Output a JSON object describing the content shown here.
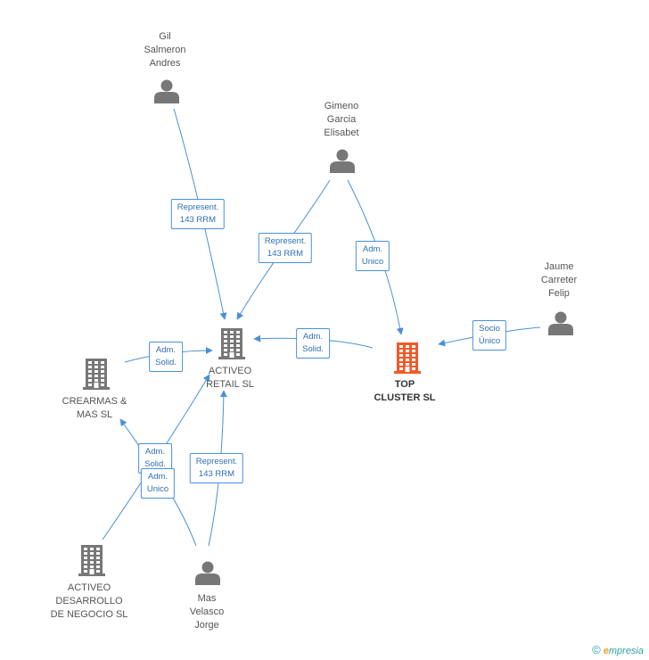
{
  "colors": {
    "edge": "#4a90d9",
    "node_gray": "#777777",
    "node_highlight": "#f05a28",
    "label_border": "#4a90d9",
    "label_text": "#2f6eb5"
  },
  "nodes": [
    {
      "id": "gil",
      "kind": "person",
      "icon": "person-icon",
      "lines": [
        "Gil",
        "Salmeron",
        "Andres"
      ]
    },
    {
      "id": "gimeno",
      "kind": "person",
      "icon": "person-icon",
      "lines": [
        "Gimeno",
        "Garcia",
        "Elisabet"
      ]
    },
    {
      "id": "jaume",
      "kind": "person",
      "icon": "person-icon",
      "lines": [
        "Jaume",
        "Carreter",
        "Felip"
      ]
    },
    {
      "id": "activeo_retail",
      "kind": "company",
      "icon": "building-icon",
      "lines": [
        "ACTIVEO",
        "RETAIL  SL"
      ]
    },
    {
      "id": "top_cluster",
      "kind": "company",
      "icon": "building-icon",
      "highlight": true,
      "lines": [
        "TOP",
        "CLUSTER SL"
      ]
    },
    {
      "id": "crearmas",
      "kind": "company",
      "icon": "building-icon",
      "lines": [
        "CREARMAS &",
        "MAS SL"
      ]
    },
    {
      "id": "activeo_desarrollo",
      "kind": "company",
      "icon": "building-icon",
      "lines": [
        "ACTIVEO",
        "DESARROLLO",
        "DE NEGOCIO  SL"
      ]
    },
    {
      "id": "mas_velasco",
      "kind": "person",
      "icon": "person-icon",
      "lines": [
        "Mas",
        "Velasco",
        "Jorge"
      ]
    }
  ],
  "edges": [
    {
      "from": "gil",
      "to": "activeo_retail",
      "label": [
        "Represent.",
        "143 RRM"
      ]
    },
    {
      "from": "gimeno",
      "to": "activeo_retail",
      "label": [
        "Represent.",
        "143 RRM"
      ]
    },
    {
      "from": "gimeno",
      "to": "top_cluster",
      "label": [
        "Adm.",
        "Unico"
      ]
    },
    {
      "from": "jaume",
      "to": "top_cluster",
      "label": [
        "Socio",
        "Único"
      ]
    },
    {
      "from": "top_cluster",
      "to": "activeo_retail",
      "label": [
        "Adm.",
        "Solid."
      ]
    },
    {
      "from": "crearmas",
      "to": "activeo_retail",
      "label": [
        "Adm.",
        "Solid."
      ]
    },
    {
      "from": "activeo_desarrollo",
      "to": "activeo_retail",
      "label": [
        "Adm.",
        "Solid."
      ]
    },
    {
      "from": "mas_velasco",
      "to": "crearmas",
      "label": [
        "Adm.",
        "Unico"
      ]
    },
    {
      "from": "mas_velasco",
      "to": "activeo_retail",
      "label": [
        "Represent.",
        "143 RRM"
      ]
    }
  ],
  "footer": {
    "copyright": "©",
    "brand_initial": "e",
    "brand_rest": "mpresia"
  }
}
